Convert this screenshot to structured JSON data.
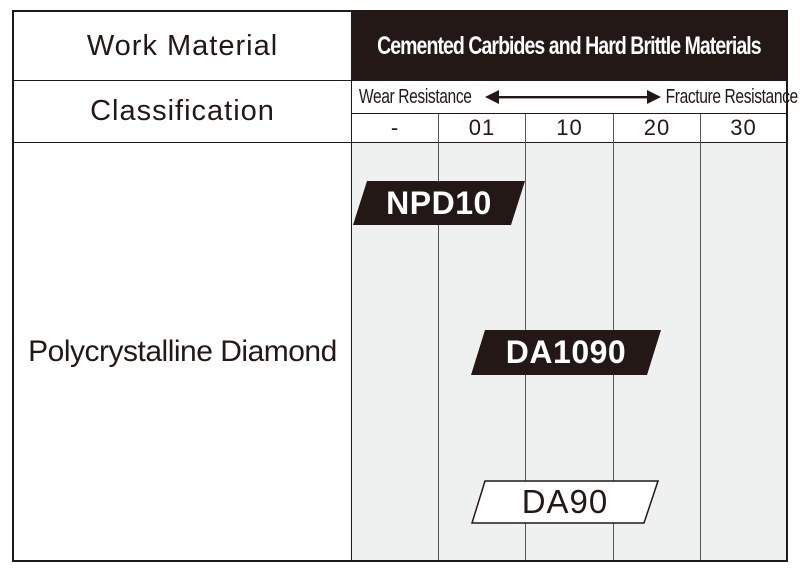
{
  "header": {
    "work_material_label": "Work Material",
    "classification_label": "Classification",
    "material_group": "Cemented Carbides and Hard Brittle Materials",
    "wear_resistance": "Wear Resistance",
    "fracture_resistance": "Fracture Resistance"
  },
  "grades": [
    "-",
    "01",
    "10",
    "20",
    "30"
  ],
  "row": {
    "classification": "Polycrystalline Diamond",
    "products": [
      {
        "name": "NPD10",
        "style": "filled"
      },
      {
        "name": "DA1090",
        "style": "filled"
      },
      {
        "name": "DA90",
        "style": "outline"
      }
    ]
  },
  "colors": {
    "dark": "#231815",
    "body_bg": "#eff1f0"
  }
}
